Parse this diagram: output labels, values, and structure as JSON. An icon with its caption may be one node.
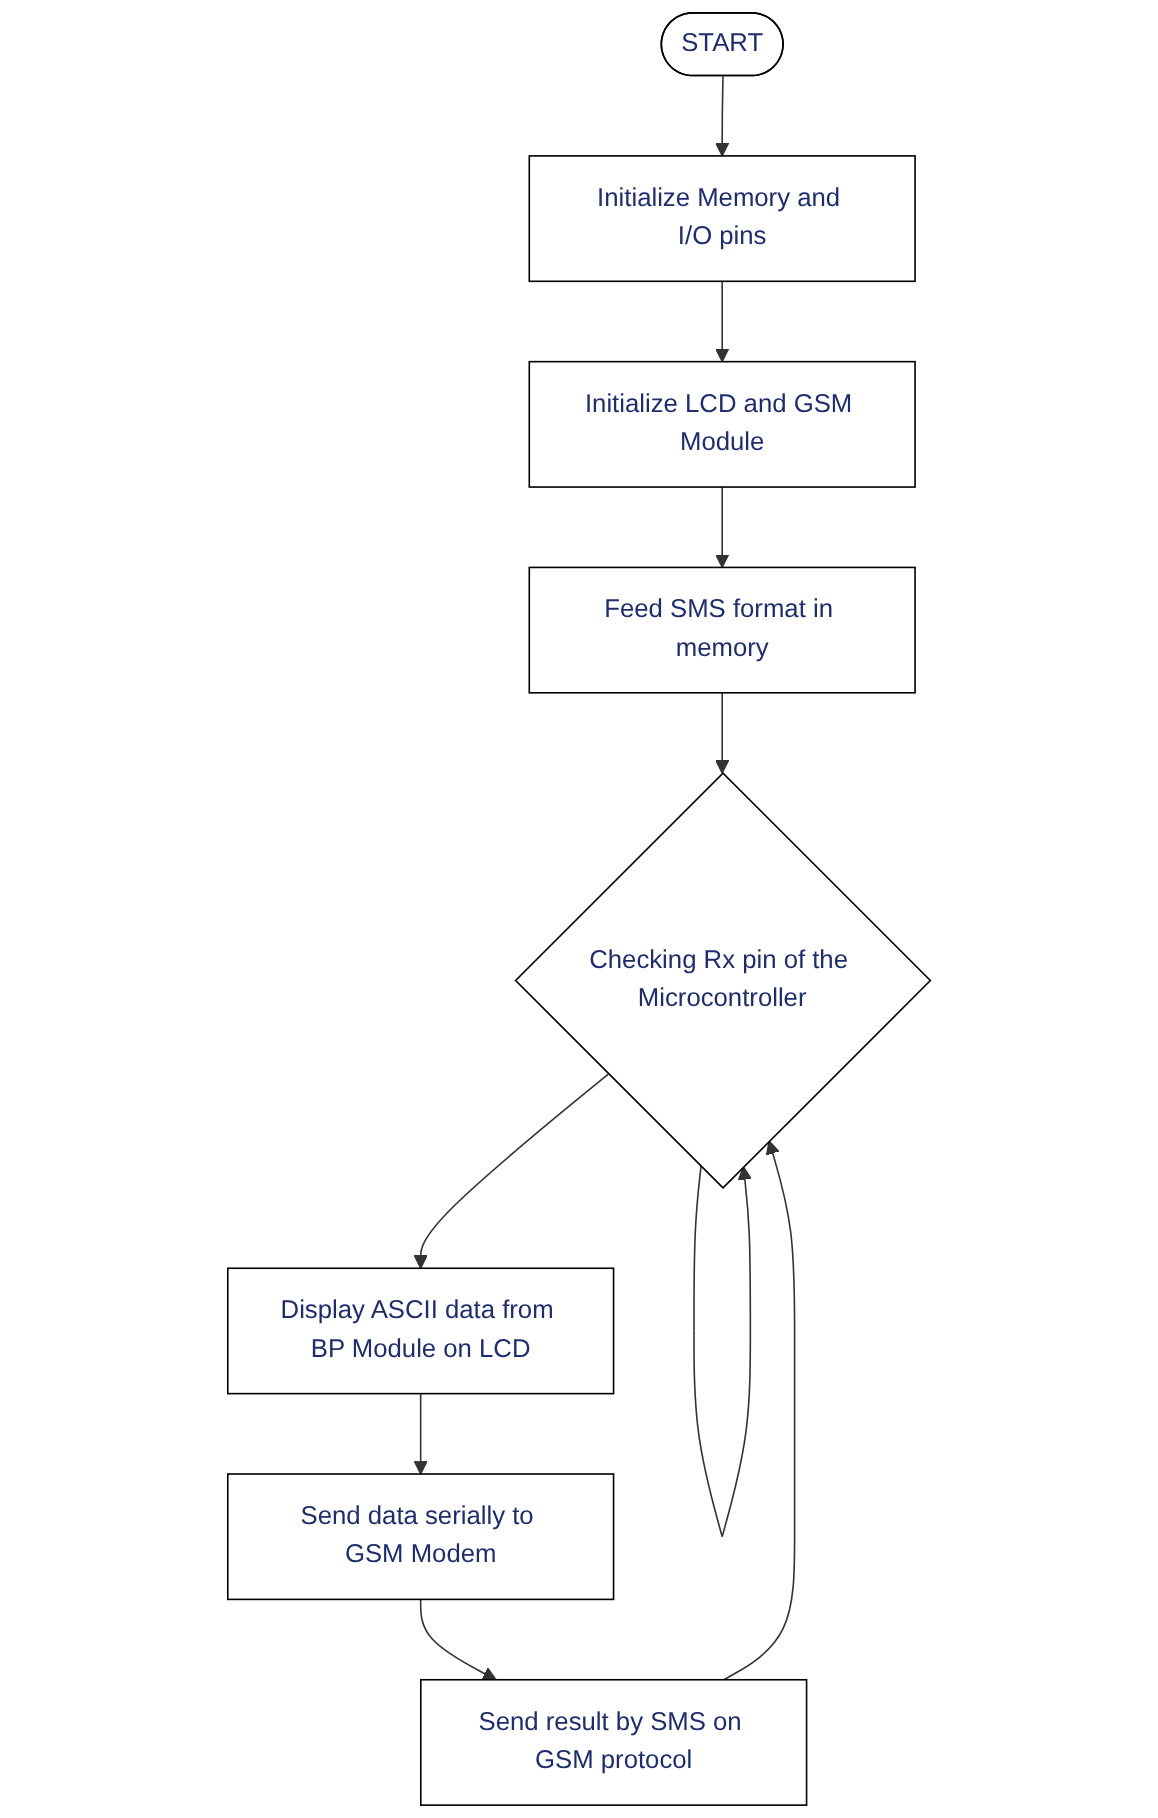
{
  "diagram": {
    "nodes": [
      {
        "text": [
          "START"
        ]
      },
      {
        "text": [
          "Initialize Memory and I/O pins"
        ]
      },
      {
        "text": [
          "Initialize LCD and GSM Module"
        ]
      },
      {
        "text": [
          "Feed SMS format in memory"
        ]
      },
      {
        "text": [
          "Checking Rx pin of the Microcontroller"
        ]
      },
      {
        "text": [
          "Display ASCII data from BP Module on LCD"
        ]
      },
      {
        "text": [
          "Send data serially to GSM Modem"
        ]
      },
      {
        "text": [
          "Send result by SMS on GSM protocol"
        ]
      }
    ],
    "edges": [
      {
        "from": 0,
        "to": 1,
        "arrow": "to"
      },
      {
        "from": 1,
        "to": 2,
        "arrow": "to"
      },
      {
        "from": 2,
        "to": 3,
        "arrow": "to"
      },
      {
        "from": 3,
        "to": 4,
        "arrow": "to"
      },
      {
        "from": 4,
        "to": 4,
        "arrow": "to"
      },
      {
        "from": 4,
        "to": 5,
        "arrow": "to"
      },
      {
        "from": 5,
        "to": 6,
        "arrow": "to"
      },
      {
        "from": 6,
        "to": 7,
        "arrow": "to"
      },
      {
        "from": 7,
        "to": 4,
        "arrow": "to"
      }
    ]
  }
}
